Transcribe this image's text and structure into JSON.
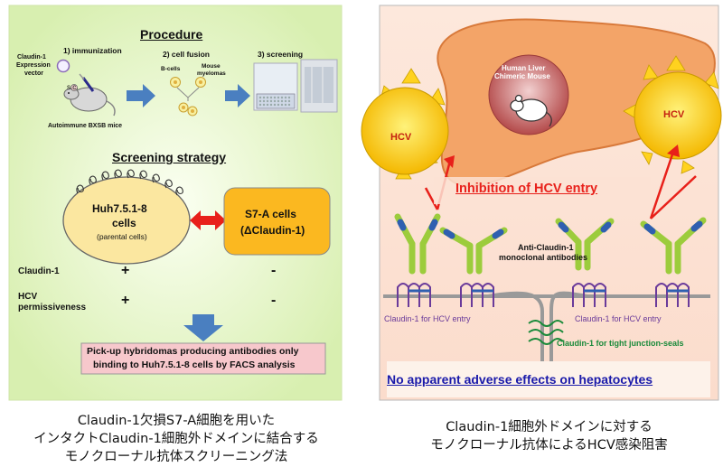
{
  "left_panel": {
    "procedure_title": "Procedure",
    "step1": "1) immunization",
    "step2": "2) cell fusion",
    "step3": "3) screening",
    "vector_label": [
      "Claudin-1",
      "Expression",
      "vector"
    ],
    "sc_label": "s.c.",
    "mice_label": "Autoimmune BXSB mice",
    "bcells_label": "B-cells",
    "myeloma_label": [
      "Mouse",
      "myelomas"
    ],
    "strategy_title": "Screening strategy",
    "huh_cell": [
      "Huh7.5.1-8",
      "cells"
    ],
    "huh_sub": "(parental cells)",
    "s7a_cell": [
      "S7-A cells",
      "(ΔClaudin-1)"
    ],
    "row1_label": "Claudin-1",
    "row2_label": [
      "HCV",
      "permissiveness"
    ],
    "plus": "+",
    "minus": "-",
    "result": [
      "Pick-up hybridomas producing antibodies only",
      "binding to Huh7.5.1-8 cells by FACS analysis"
    ],
    "caption": [
      "Claudin-1欠損S7-A細胞を用いた",
      "インタクトClaudin-1細胞外ドメインに結合する",
      "モノクローナル抗体スクリーニング法"
    ]
  },
  "right_panel": {
    "mouse_label": [
      "Human Liver",
      "Chimeric Mouse"
    ],
    "hcv": "HCV",
    "inhibition": "Inhibition of HCV entry",
    "antibody_label": [
      "Anti-Claudin-1",
      "monoclonal  antibodies"
    ],
    "claudin_entry": "Claudin-1  for HCV entry",
    "claudin_tight": "Claudin-1  for tight junction-seals",
    "no_effects": "No apparent adverse effects on hepatocytes",
    "caption": [
      "Claudin-1細胞外ドメインに対する",
      "モノクローナル抗体によるHCV感染阻害"
    ]
  },
  "colors": {
    "left_bg": "#e4f5c4",
    "right_bg": "#fbe2d3",
    "liver": "#f3a468",
    "sun": "#ffd21f",
    "huh_cell": "#fbe7a0",
    "s7a_cell": "#fbb820",
    "arrow_blue": "#4a7fc0",
    "red": "#e8201a",
    "result_box": "#f7c8cc",
    "antibody_green": "#9ccc3c",
    "antibody_blue": "#2f5fb0",
    "claudin_purple": "#6a3a9a",
    "tight_green": "#1a8a3a",
    "no_effects_text": "#1a1aaa"
  }
}
